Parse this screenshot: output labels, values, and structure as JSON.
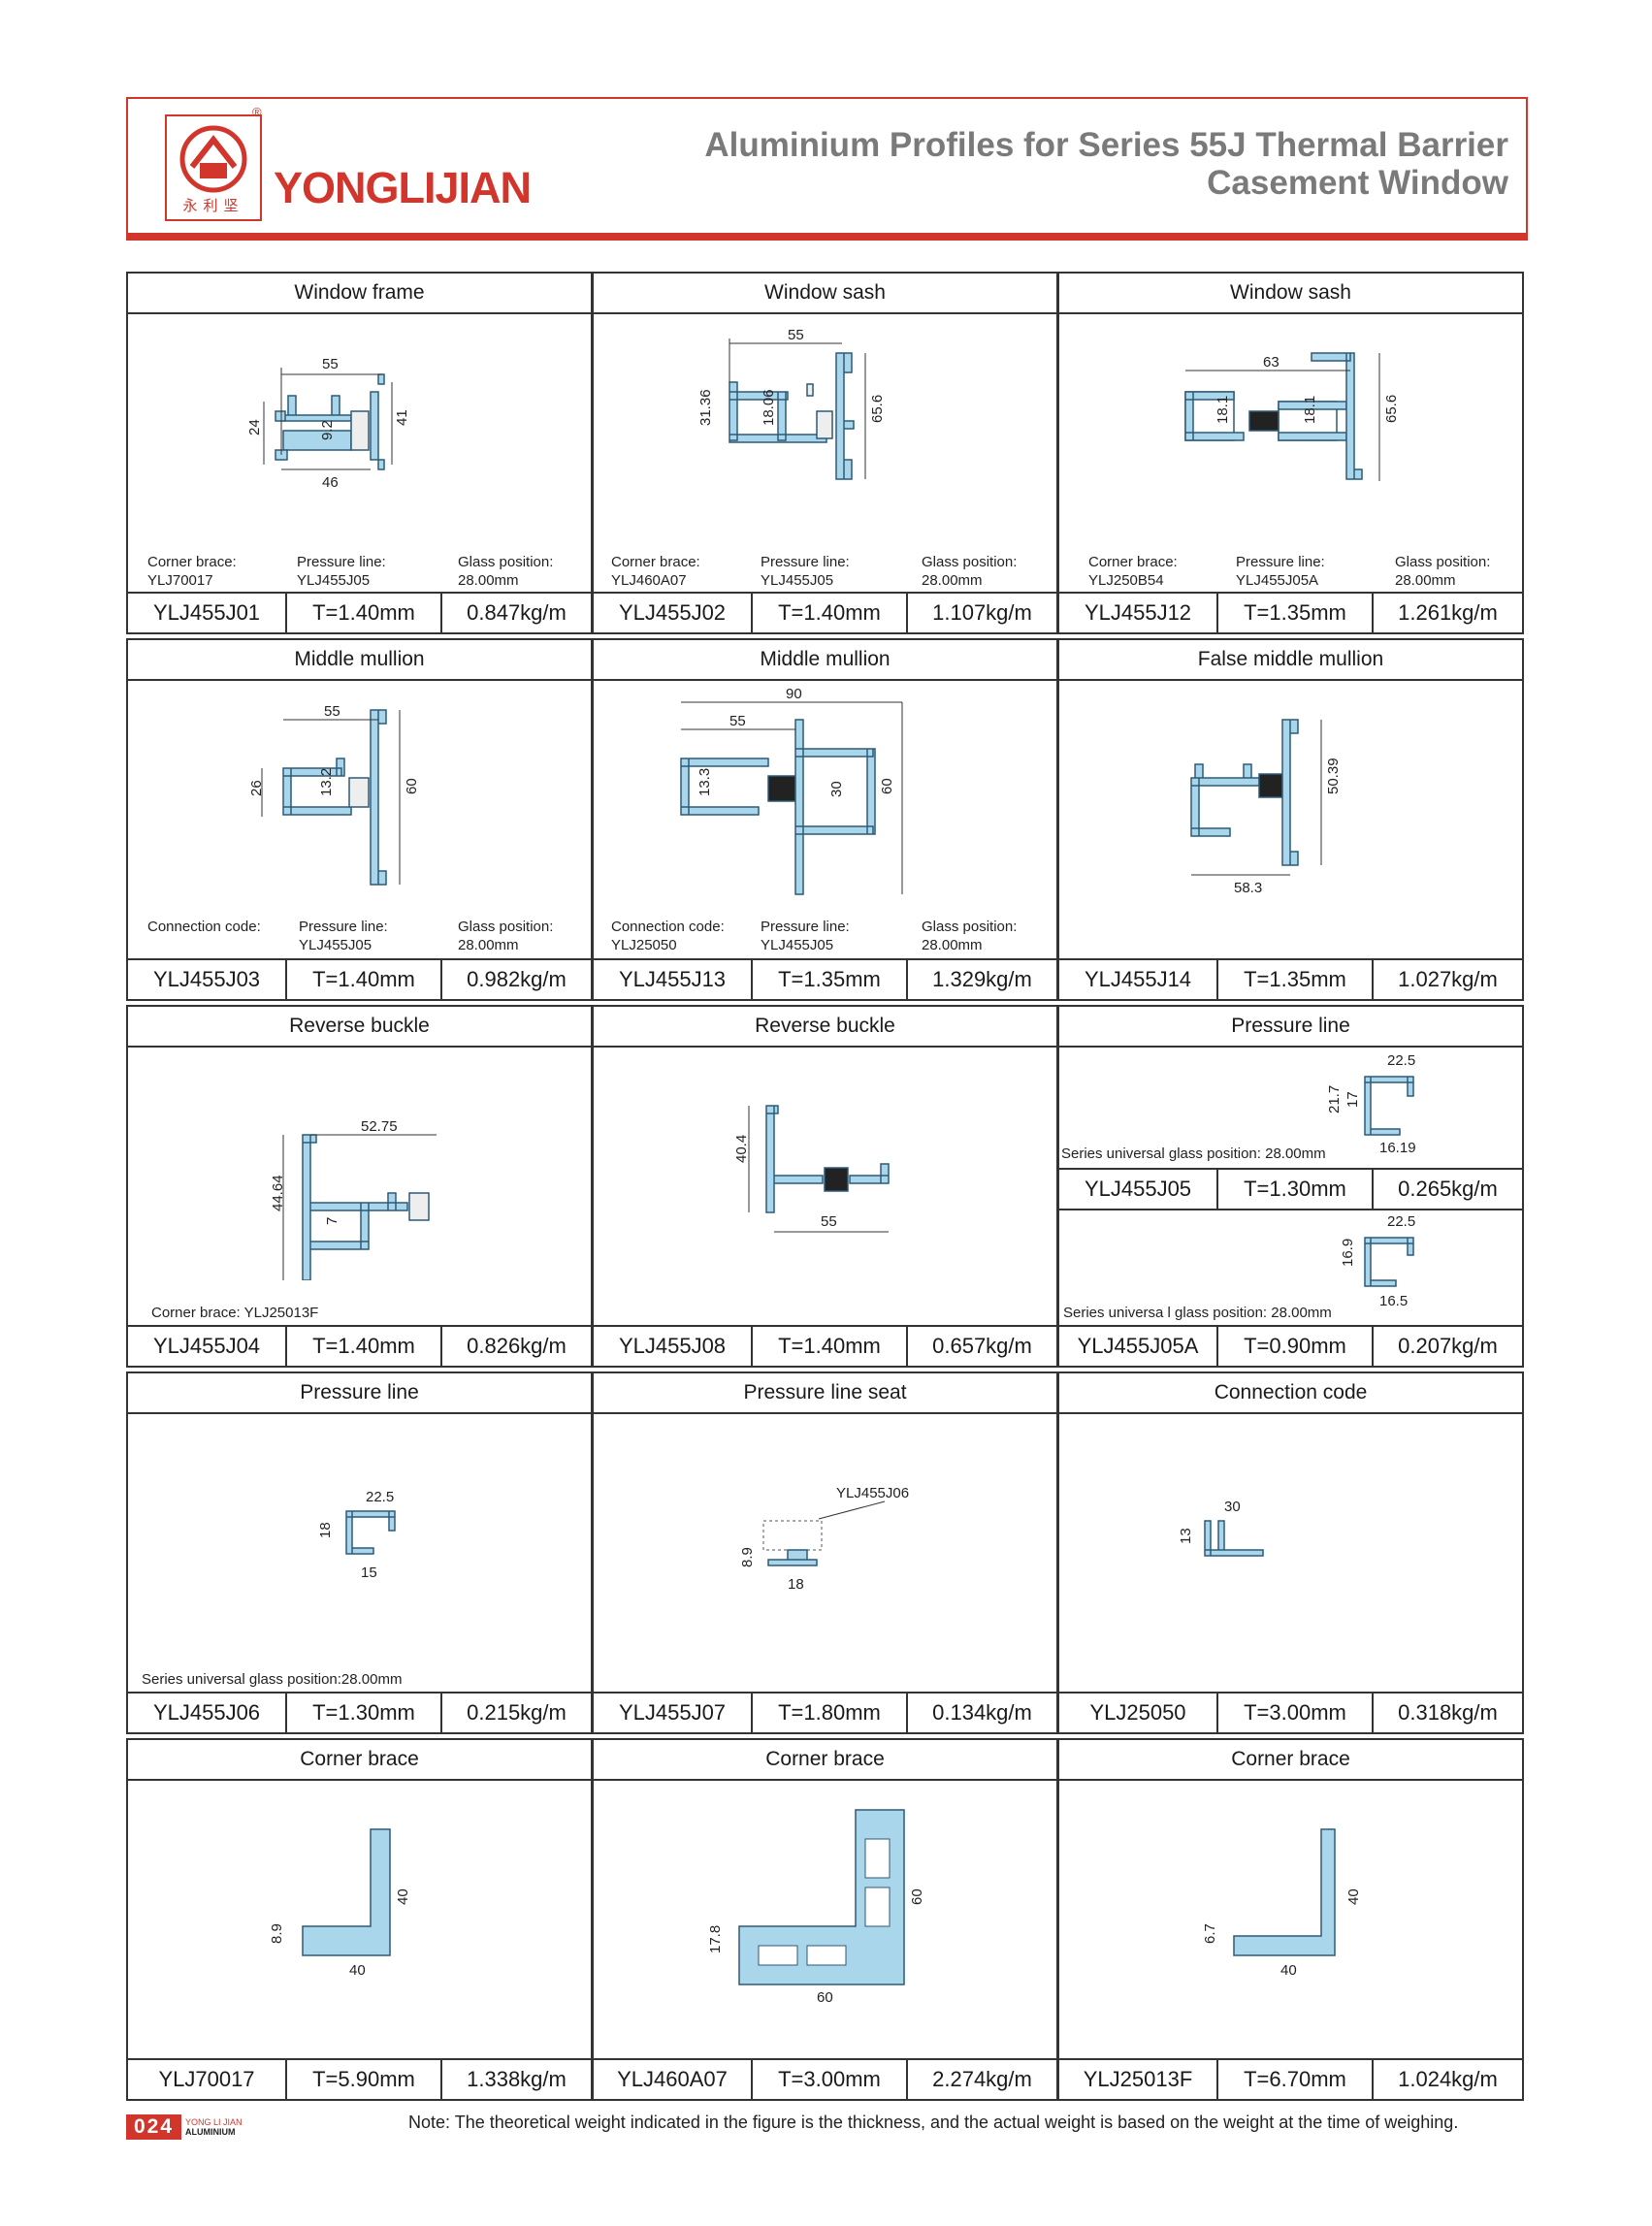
{
  "header": {
    "brand": "YONGLIJIAN",
    "brand_cn": "永利坚",
    "title_line1": "Aluminium Profiles for Series 55J Thermal Barrier",
    "title_line2": "Casement Window",
    "accent_color": "#d1352b"
  },
  "profiles": {
    "j01": {
      "title": "Window frame",
      "code": "YLJ455J01",
      "thickness": "T=1.40mm",
      "weight": "0.847kg/m",
      "meta": [
        [
          "Corner brace:",
          "YLJ70017"
        ],
        [
          "Pressure line:",
          "YLJ455J05"
        ],
        [
          "Glass position:",
          "28.00mm"
        ]
      ],
      "dims": [
        "55",
        "24",
        "9.2",
        "41",
        "46"
      ]
    },
    "j02": {
      "title": "Window sash",
      "code": "YLJ455J02",
      "thickness": "T=1.40mm",
      "weight": "1.107kg/m",
      "meta": [
        [
          "Corner brace:",
          "YLJ460A07"
        ],
        [
          "Pressure line:",
          "YLJ455J05"
        ],
        [
          "Glass position:",
          "28.00mm"
        ]
      ],
      "dims": [
        "55",
        "31.36",
        "18.06",
        "65.6"
      ]
    },
    "j12": {
      "title": "Window sash",
      "code": "YLJ455J12",
      "thickness": "T=1.35mm",
      "weight": "1.261kg/m",
      "meta": [
        [
          "Corner brace:",
          "YLJ250B54"
        ],
        [
          "Pressure line:",
          "YLJ455J05A"
        ],
        [
          "Glass position:",
          "28.00mm"
        ]
      ],
      "dims": [
        "63",
        "18.1",
        "18.1",
        "65.6"
      ]
    },
    "j03": {
      "title": "Middle mullion",
      "code": "YLJ455J03",
      "thickness": "T=1.40mm",
      "weight": "0.982kg/m",
      "meta": [
        [
          "Connection code:",
          ""
        ],
        [
          "Pressure line:",
          "YLJ455J05"
        ],
        [
          "Glass position:",
          "28.00mm"
        ]
      ],
      "dims": [
        "55",
        "26",
        "13.2",
        "60"
      ]
    },
    "j13": {
      "title": "Middle mullion",
      "code": "YLJ455J13",
      "thickness": "T=1.35mm",
      "weight": "1.329kg/m",
      "meta": [
        [
          "Connection code:",
          "YLJ25050"
        ],
        [
          "Pressure line:",
          "YLJ455J05"
        ],
        [
          "Glass position:",
          "28.00mm"
        ]
      ],
      "dims": [
        "90",
        "55",
        "13.3",
        "30",
        "60"
      ]
    },
    "j14": {
      "title": "False middle mullion",
      "code": "YLJ455J14",
      "thickness": "T=1.35mm",
      "weight": "1.027kg/m",
      "dims": [
        "50.39",
        "58.3"
      ]
    },
    "j04": {
      "title": "Reverse buckle",
      "code": "YLJ455J04",
      "thickness": "T=1.40mm",
      "weight": "0.826kg/m",
      "meta_single": "Corner brace: YLJ25013F",
      "dims": [
        "52.75",
        "44.64",
        "7"
      ]
    },
    "j08": {
      "title": "Reverse buckle",
      "code": "YLJ455J08",
      "thickness": "T=1.40mm",
      "weight": "0.657kg/m",
      "dims": [
        "40.4",
        "55"
      ]
    },
    "j05": {
      "title": "Pressure line",
      "code": "YLJ455J05",
      "thickness": "T=1.30mm",
      "weight": "0.265kg/m",
      "note": "Series universal glass position: 28.00mm",
      "dims": [
        "22.5",
        "21.7",
        "17",
        "16.19"
      ]
    },
    "j05a": {
      "code": "YLJ455J05A",
      "thickness": "T=0.90mm",
      "weight": "0.207kg/m",
      "note": "Series universa  l glass position: 28.00mm",
      "dims": [
        "22.5",
        "16.9",
        "16.5"
      ]
    },
    "j06": {
      "title": "Pressure line",
      "code": "YLJ455J06",
      "thickness": "T=1.30mm",
      "weight": "0.215kg/m",
      "note": "Series universal   glass position:28.00mm",
      "dims": [
        "22.5",
        "18",
        "15"
      ]
    },
    "j07": {
      "title": "Pressure line seat",
      "code": "YLJ455J07",
      "thickness": "T=1.80mm",
      "weight": "0.134kg/m",
      "label": "YLJ455J06",
      "dims": [
        "8.9",
        "18"
      ]
    },
    "c25050": {
      "title": "Connection code",
      "code": "YLJ25050",
      "thickness": "T=3.00mm",
      "weight": "0.318kg/m",
      "dims": [
        "30",
        "13"
      ]
    },
    "c70017": {
      "title": "Corner brace",
      "code": "YLJ70017",
      "thickness": "T=5.90mm",
      "weight": "1.338kg/m",
      "dims": [
        "40",
        "8.9",
        "40"
      ]
    },
    "c460a07": {
      "title": "Corner brace",
      "code": "YLJ460A07",
      "thickness": "T=3.00mm",
      "weight": "2.274kg/m",
      "dims": [
        "60",
        "17.8",
        "60"
      ]
    },
    "c25013f": {
      "title": "Corner brace",
      "code": "YLJ25013F",
      "thickness": "T=6.70mm",
      "weight": "1.024kg/m",
      "dims": [
        "40",
        "6.7",
        "40"
      ]
    }
  },
  "footer": {
    "page_number": "024",
    "page_sub1": "YONG LI JIAN",
    "page_sub2": "ALUMINIUM",
    "note": "Note: The theoretical weight indicated in the figure is the thickness, and the actual weight is based on the weight at the time of weighing."
  }
}
